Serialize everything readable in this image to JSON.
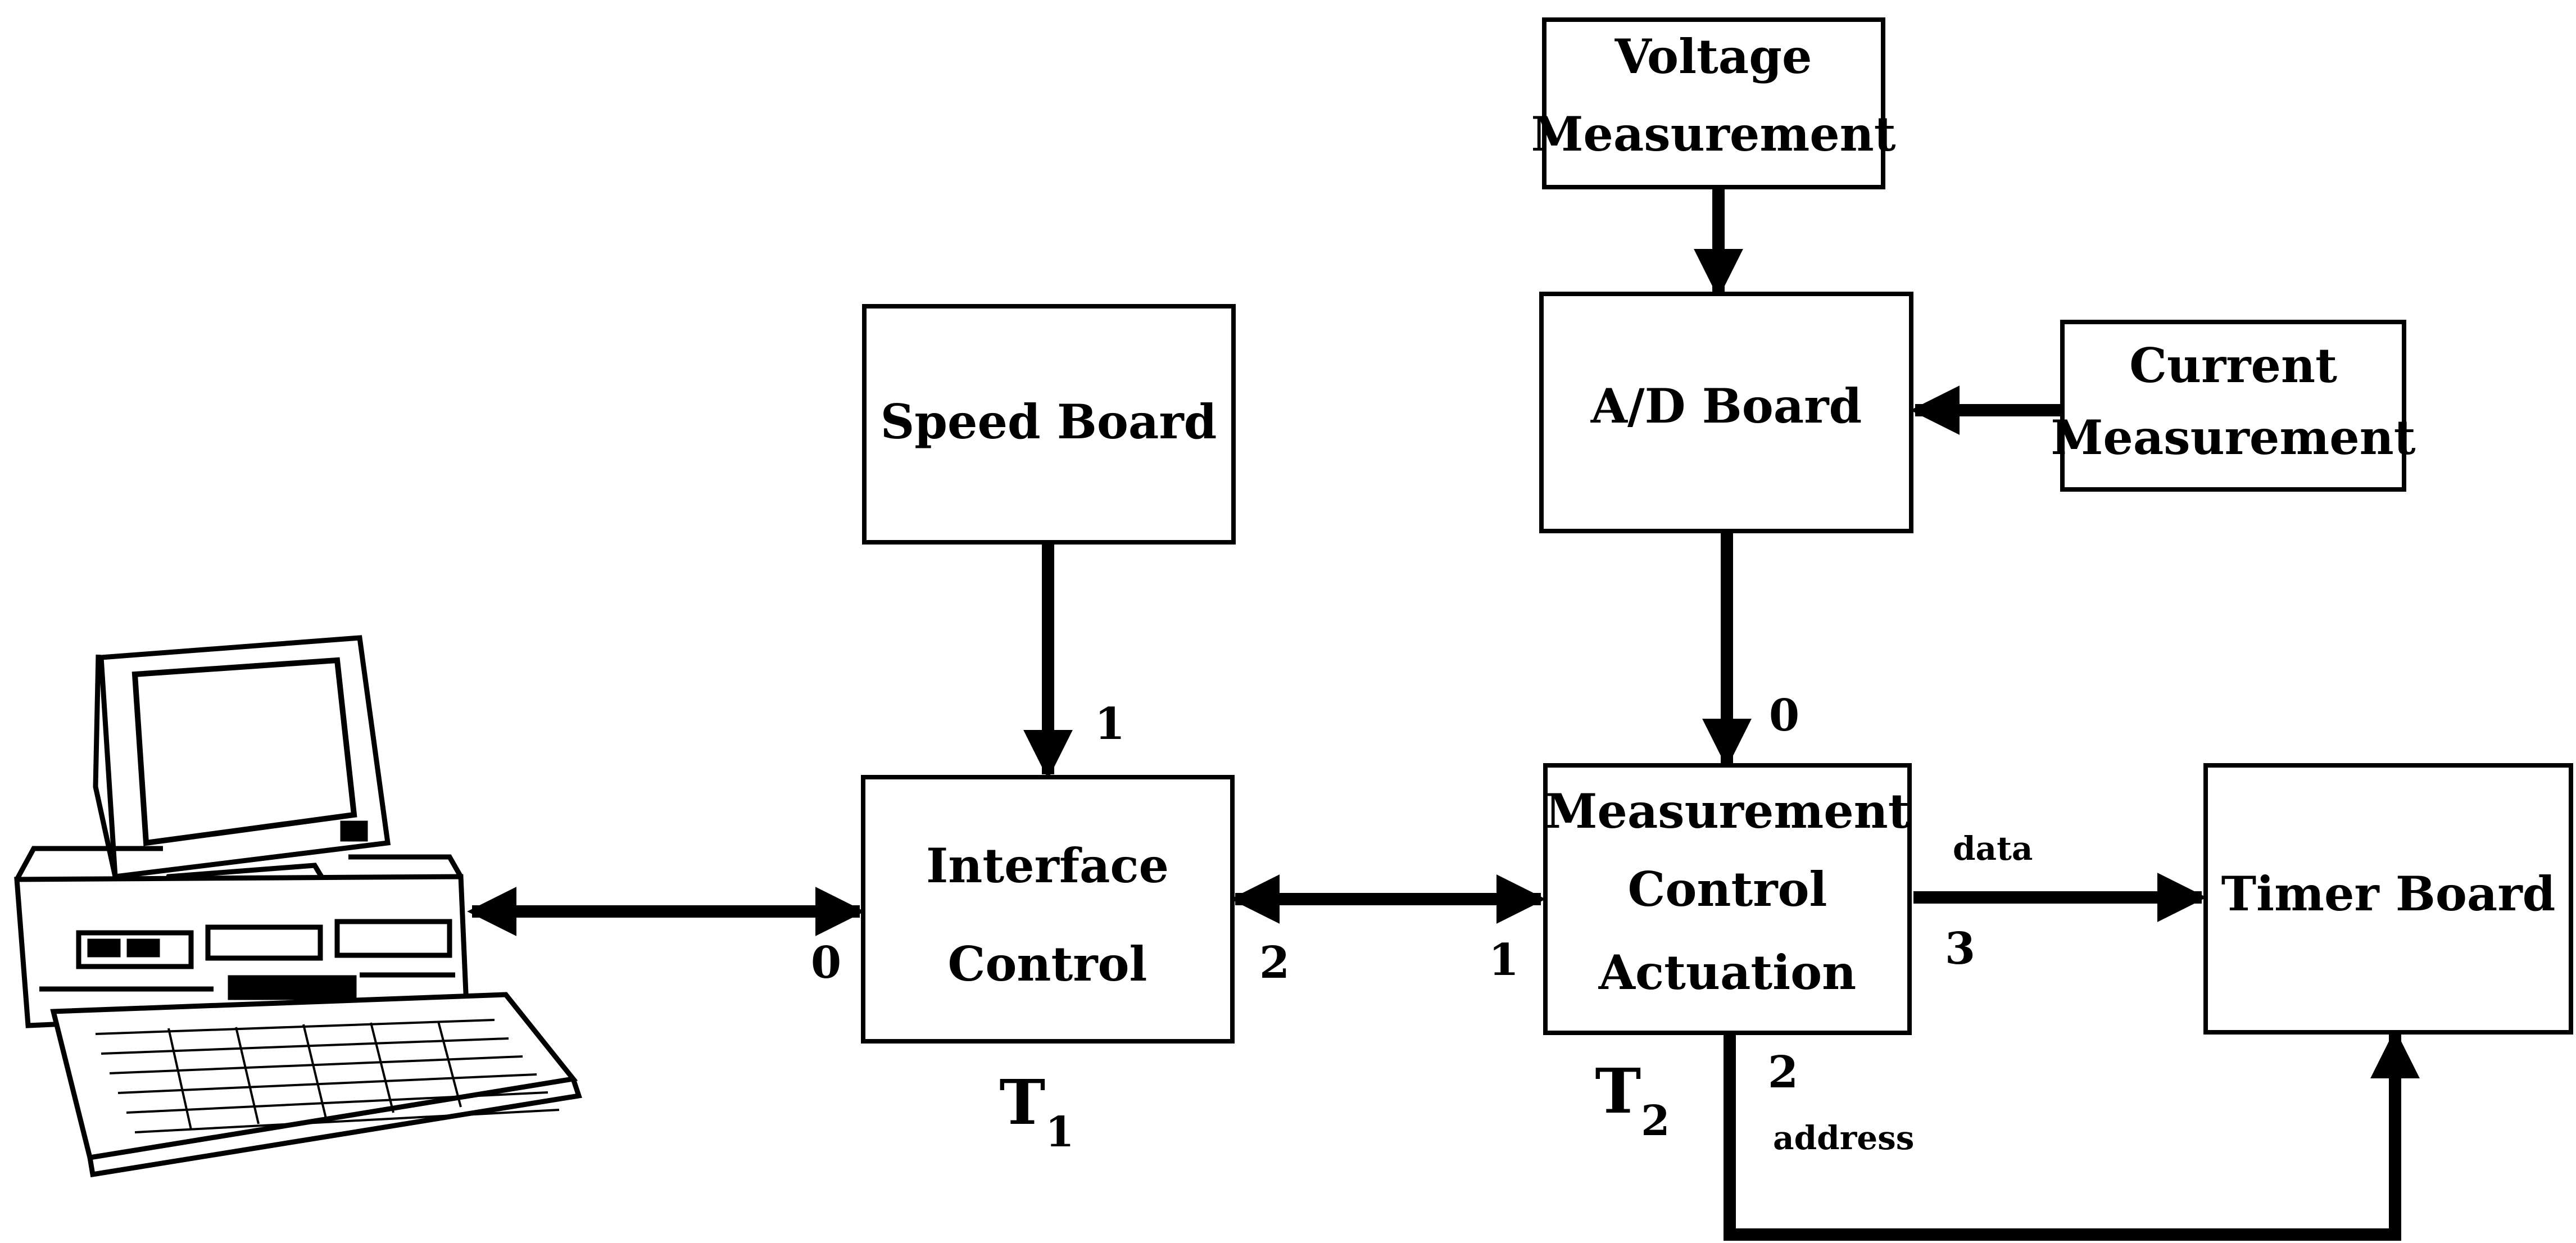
{
  "blocks": {
    "voltage": [
      "Voltage",
      "Measurement"
    ],
    "speed": [
      "Speed Board"
    ],
    "ad": [
      "A/D Board"
    ],
    "current": [
      "Current",
      "Measurement"
    ],
    "interface": [
      "Interface",
      "Control"
    ],
    "mca": [
      "Measurement",
      "Control",
      "Actuation"
    ],
    "timer": [
      "Timer Board"
    ]
  },
  "ports": {
    "interface_0": "0",
    "interface_1": "1",
    "interface_2": "2",
    "mca_0": "0",
    "mca_1": "1",
    "mca_2": "2",
    "mca_3": "3"
  },
  "signals": {
    "data": "data",
    "address": "address"
  },
  "transputers": {
    "t1": {
      "main": "T",
      "sub": "1"
    },
    "t2": {
      "main": "T",
      "sub": "2"
    }
  },
  "icons": {
    "computer": "desktop-computer-icon"
  }
}
